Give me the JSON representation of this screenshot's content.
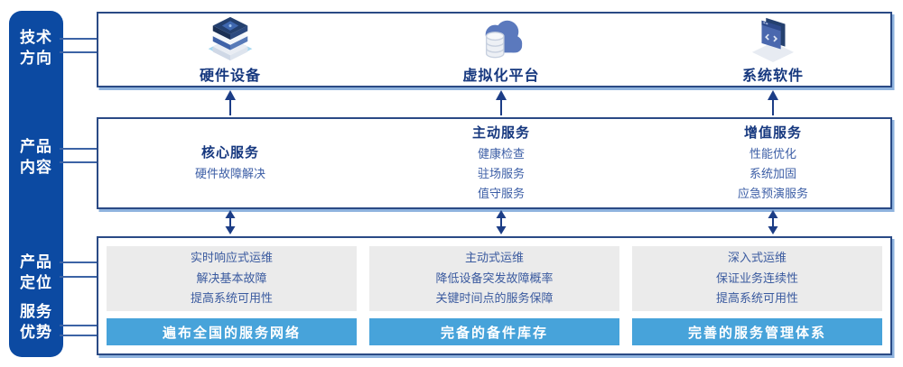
{
  "colors": {
    "sidebar_bg": "#0c4aa2",
    "panel_border": "#2a4a85",
    "panel_shadow": "#8fb3de",
    "heading_navy": "#16387f",
    "item_blue": "#3c5ea6",
    "gray_box_bg": "#ebebeb",
    "banner_blue": "#47a3da",
    "arrow_navy": "#1c3d86"
  },
  "sidebar": {
    "items": [
      {
        "label": "技术\n方向"
      },
      {
        "label": "产品\n内容"
      },
      {
        "label": "产品\n定位"
      },
      {
        "label": "服务\n优势"
      }
    ]
  },
  "tech_row": {
    "items": [
      {
        "icon": "server-stack-icon",
        "label": "硬件设备"
      },
      {
        "icon": "cloud-database-icon",
        "label": "虚拟化平台"
      },
      {
        "icon": "software-window-icon",
        "label": "系统软件"
      }
    ]
  },
  "content_row": {
    "columns": [
      {
        "title": "核心服务",
        "items": [
          "硬件故障解决"
        ]
      },
      {
        "title": "主动服务",
        "items": [
          "健康检查",
          "驻场服务",
          "值守服务"
        ]
      },
      {
        "title": "增值服务",
        "items": [
          "性能优化",
          "系统加固",
          "应急预演服务"
        ]
      }
    ]
  },
  "position_row": {
    "columns": [
      {
        "lines": [
          "实时响应式运维",
          "解决基本故障",
          "提高系统可用性"
        ],
        "banner": "遍布全国的服务网络"
      },
      {
        "lines": [
          "主动式运维",
          "降低设备突发故障概率",
          "关键时间点的服务保障"
        ],
        "banner": "完备的备件库存"
      },
      {
        "lines": [
          "深入式运维",
          "保证业务连续性",
          "提高系统可用性"
        ],
        "banner": "完善的服务管理体系"
      }
    ]
  }
}
